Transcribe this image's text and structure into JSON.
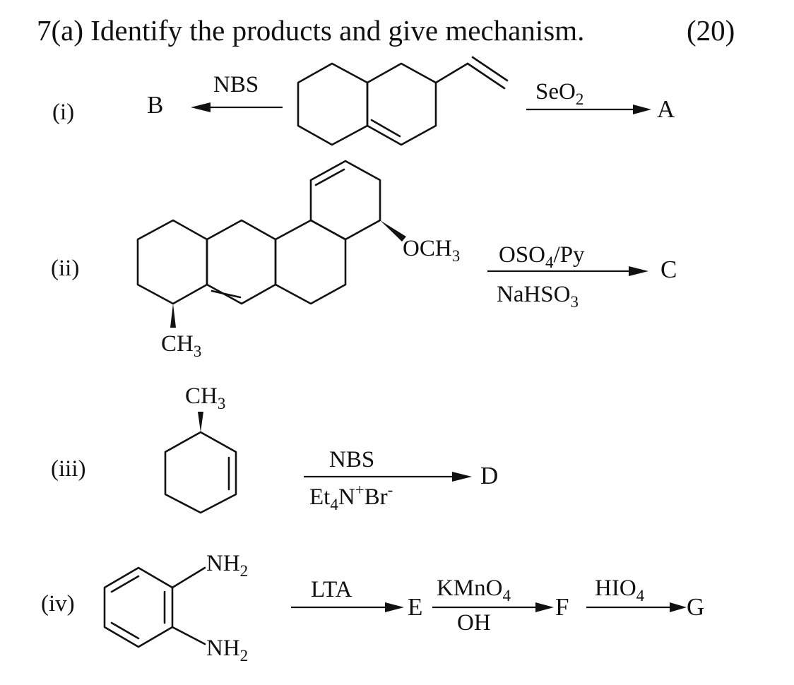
{
  "question": {
    "title": "7(a) Identify the products and give mechanism.",
    "marks": "(20)"
  },
  "parts": [
    {
      "label": "(i)",
      "left_reagent": "NBS",
      "left_product": "B",
      "right_reagent_main": "SeO",
      "right_reagent_sub": "2",
      "right_product": "A"
    },
    {
      "label": "(ii)",
      "substituent_top": "OCH",
      "substituent_top_sub": "3",
      "substituent_bottom": "CH",
      "substituent_bottom_sub": "3",
      "reagent_top_a": "OSO",
      "reagent_top_a_sub": "4",
      "reagent_top_b": "/Py",
      "reagent_bottom": "NaHSO",
      "reagent_bottom_sub": "3",
      "product": "C"
    },
    {
      "label": "(iii)",
      "substituent": "CH",
      "substituent_sub": "3",
      "reagent_top": "NBS",
      "reagent_bottom_a": "Et",
      "reagent_bottom_a_sub": "4",
      "reagent_bottom_b": "N",
      "reagent_bottom_b_sup": "+",
      "reagent_bottom_c": "Br",
      "reagent_bottom_c_sup": "-",
      "product": "D"
    },
    {
      "label": "(iv)",
      "substituent_top": "NH",
      "substituent_top_sub": "2",
      "substituent_bottom": "NH",
      "substituent_bottom_sub": "2",
      "step1_reagent": "LTA",
      "step1_product": "E",
      "step2_reagent_top_a": "KMnO",
      "step2_reagent_top_a_sub": "4",
      "step2_reagent_bottom": "OH",
      "step2_product": "F",
      "step3_reagent_a": "HIO",
      "step3_reagent_a_sub": "4",
      "step3_product": "G"
    }
  ]
}
